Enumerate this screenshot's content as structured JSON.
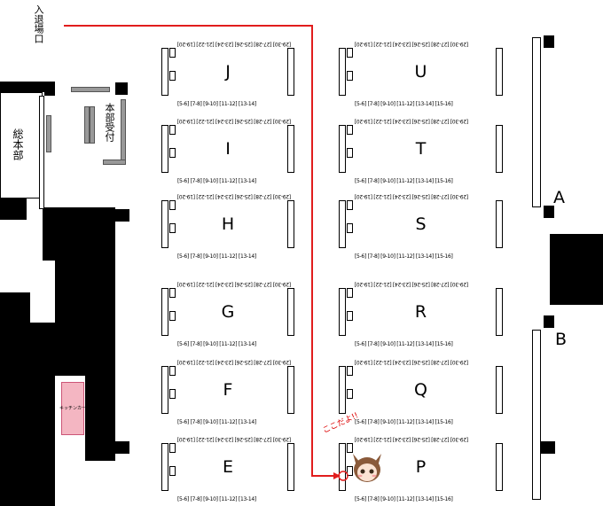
{
  "labels": {
    "entrance": "入退場口",
    "hq": "総本部",
    "reception": "本部受付",
    "kitchen": "キッチンカー",
    "annotation": "ここだよ!!"
  },
  "halls": [
    "A",
    "B"
  ],
  "blocks": {
    "left": [
      "J",
      "I",
      "H",
      "G",
      "F",
      "E"
    ],
    "right": [
      "U",
      "T",
      "S",
      "R",
      "Q",
      "P"
    ]
  },
  "booth_rows": {
    "top": "[29-30] [27-28] [25-26] [23-24] [21-22] [19-20]",
    "bottom": "[5-6] [7-8] [9-10] [11-12] [13-14]",
    "bottom_right": "[5-6] [7-8] [9-10] [11-12] [13-14] [15-16]"
  },
  "colors": {
    "route": "#e11d1d",
    "kitchen": "#f4b6c2"
  }
}
